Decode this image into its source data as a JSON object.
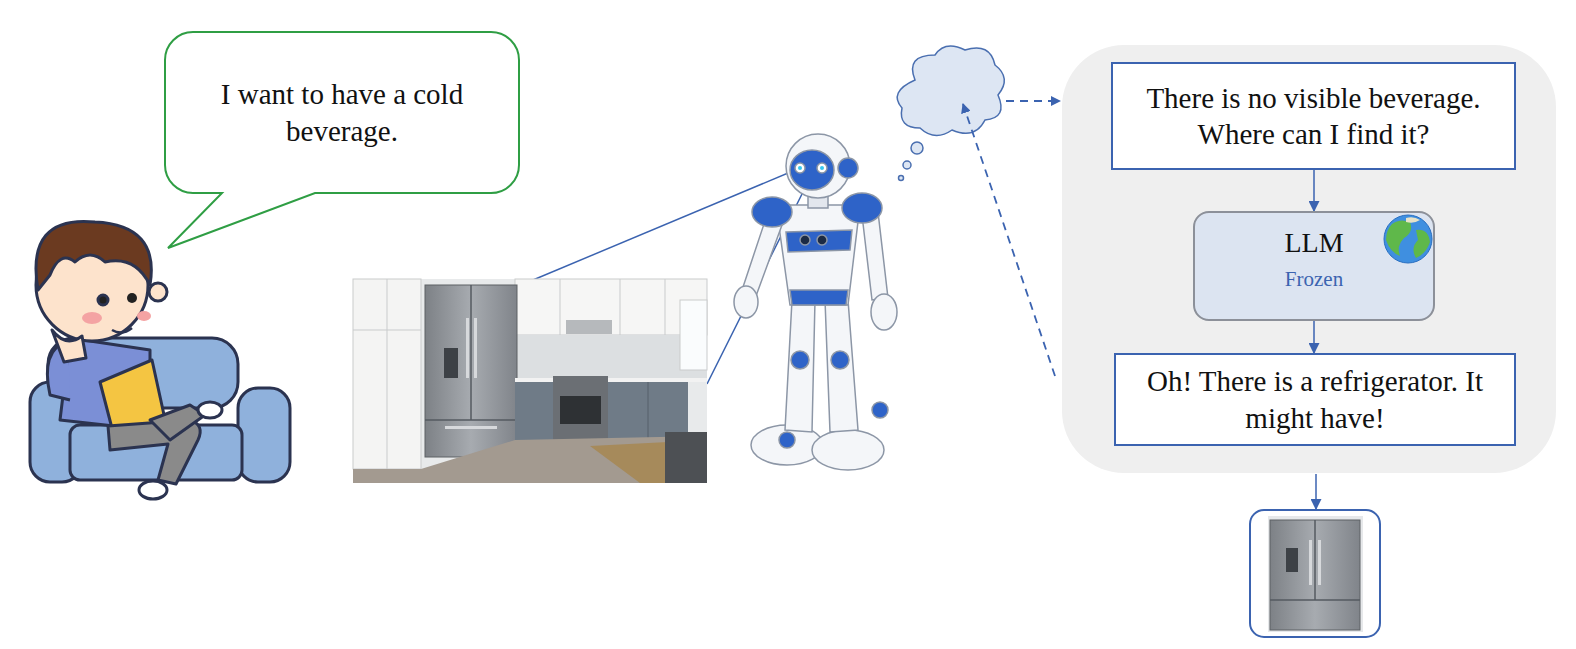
{
  "diagram": {
    "nodes": [
      {
        "text": [
          "I want to have a cold beverage."
        ]
      },
      {
        "text": [
          "There is no visible beverage. Where can I find it?"
        ]
      },
      {
        "text": [
          "LLM",
          "Frozen"
        ]
      },
      {
        "text": [
          "Oh! There is a refrigerator. It might have!"
        ]
      }
    ],
    "edges": [
      {
        "from": 1,
        "to": 2,
        "arrow": "to"
      },
      {
        "from": 2,
        "to": 3,
        "arrow": "to"
      }
    ]
  }
}
